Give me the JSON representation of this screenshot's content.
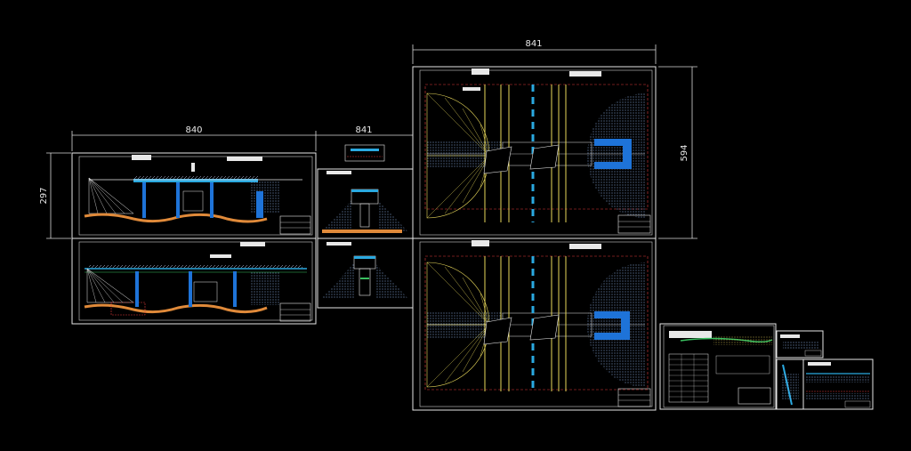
{
  "dimensions": {
    "a1_width": "841",
    "a1_height": "594",
    "a3_width": "840",
    "a3_height": "297",
    "mid_width": "841"
  },
  "colors": {
    "background": "#000000",
    "frame": "#e6e6e6",
    "yellow": "#e8d85a",
    "cyan": "#2aa9e0",
    "blue": "#1e73d8",
    "orange": "#e08a3a",
    "red": "#e03a3a",
    "green": "#3ac060",
    "white": "#ffffff",
    "hatch": "#8fb6ff"
  },
  "icons": [
    "cad-drawing-sheet-icon",
    "title-block-icon",
    "dimension-line-icon"
  ]
}
